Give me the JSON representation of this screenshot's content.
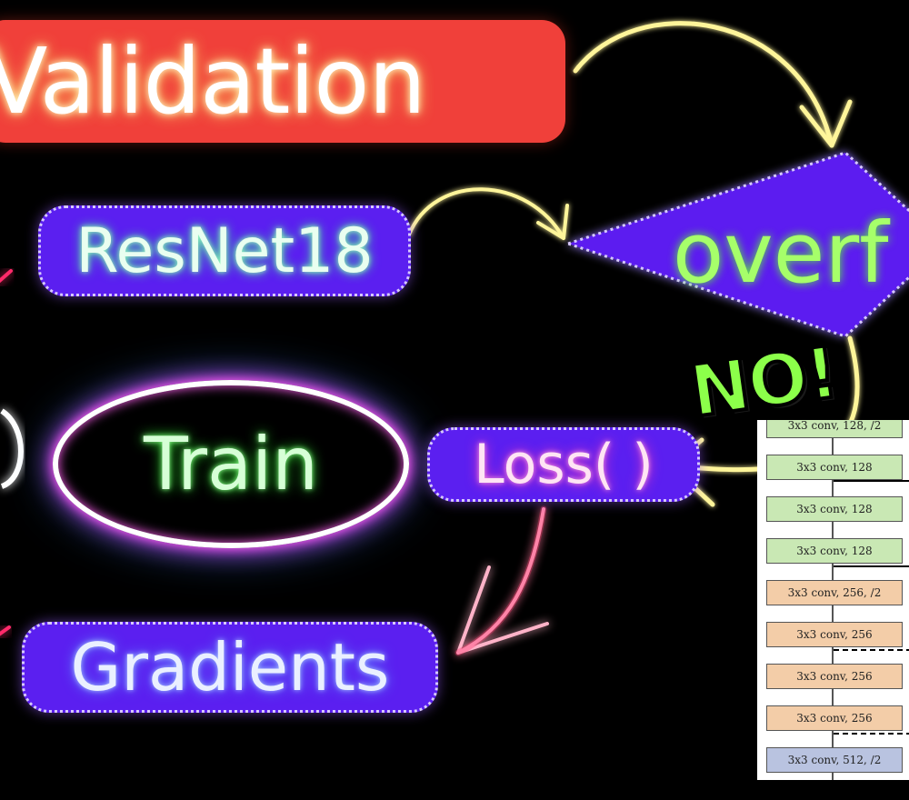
{
  "diagram": {
    "nodes": {
      "validation": {
        "label": "Validation",
        "color": "#f0403a"
      },
      "resnet": {
        "label": "ResNet18",
        "color": "#5b1ff0"
      },
      "train": {
        "label": "Train"
      },
      "loss": {
        "label": "Loss( )",
        "color": "#5b1ff0"
      },
      "gradients": {
        "label": "Gradients",
        "color": "#5b1ff0"
      },
      "overfit": {
        "label": "overf",
        "color": "#5b1ff0"
      }
    },
    "edges": [
      {
        "from": "validation",
        "to": "overfit",
        "color": "#ffe600"
      },
      {
        "from": "resnet",
        "to": "overfit",
        "color": "#ffe600"
      },
      {
        "from": "overfit",
        "to": "loss",
        "label": "NO!",
        "color": "#ffe600"
      },
      {
        "from": "loss",
        "to": "gradients",
        "color": "#ff2a6a"
      }
    ],
    "edge_labels": {
      "no": "NO!"
    }
  },
  "resnet_layers": [
    {
      "label": "3x3 conv, 128, /2",
      "color": "green"
    },
    {
      "label": "3x3 conv, 128",
      "color": "green"
    },
    {
      "label": "3x3 conv, 128",
      "color": "green"
    },
    {
      "label": "3x3 conv, 128",
      "color": "green"
    },
    {
      "label": "3x3 conv, 256, /2",
      "color": "orange"
    },
    {
      "label": "3x3 conv, 256",
      "color": "orange"
    },
    {
      "label": "3x3 conv, 256",
      "color": "orange"
    },
    {
      "label": "3x3 conv, 256",
      "color": "orange"
    },
    {
      "label": "3x3 conv, 512, /2",
      "color": "blue"
    }
  ]
}
